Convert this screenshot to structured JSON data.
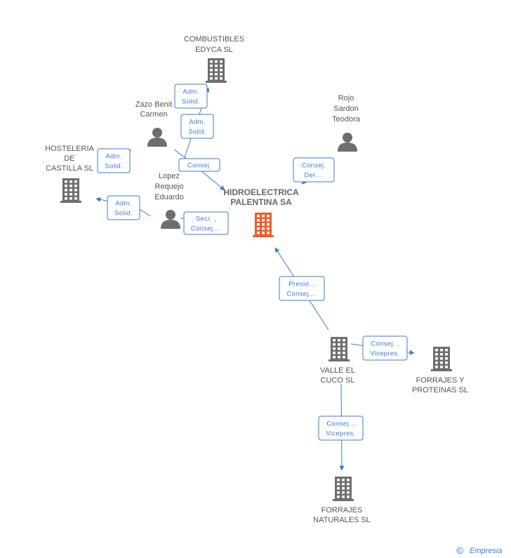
{
  "colors": {
    "edge": "#3a7bd5",
    "company": "#6e6e6e",
    "main_company": "#f05a28",
    "person": "#6e6e6e"
  },
  "nodes": [
    {
      "id": "hidroelectrica",
      "kind": "company",
      "main": true,
      "icon": "building-icon",
      "label": [
        "HIDROELECTRICA",
        "PALENTINA SA"
      ]
    },
    {
      "id": "combustibles",
      "kind": "company",
      "icon": "building-icon",
      "label": [
        "COMBUSTIBLES",
        "EDYCA SL"
      ]
    },
    {
      "id": "hosteleria",
      "kind": "company",
      "icon": "building-icon",
      "label": [
        "HOSTELERIA",
        "DE",
        "CASTILLA SL"
      ]
    },
    {
      "id": "valle",
      "kind": "company",
      "icon": "building-icon",
      "label": [
        "VALLE EL",
        "CUCO SL"
      ]
    },
    {
      "id": "forrajes-proteinas",
      "kind": "company",
      "icon": "building-icon",
      "label": [
        "FORRAJES Y",
        "PROTEINAS SL"
      ]
    },
    {
      "id": "forrajes-naturales",
      "kind": "company",
      "icon": "building-icon",
      "label": [
        "FORRAJES",
        "NATURALES SL"
      ]
    },
    {
      "id": "zazo",
      "kind": "person",
      "icon": "person-icon",
      "label": [
        "Zazo Benit",
        "Carmen"
      ]
    },
    {
      "id": "rojo",
      "kind": "person",
      "icon": "person-icon",
      "label": [
        "Rojo",
        "Sardon",
        "Teodora"
      ]
    },
    {
      "id": "lopez",
      "kind": "person",
      "icon": "person-icon",
      "label": [
        "Lopez",
        "Requejo",
        "Eduardo"
      ]
    }
  ],
  "relations": [
    {
      "id": "zazo-combustibles",
      "lines": [
        "Adm.",
        "Solid."
      ]
    },
    {
      "id": "zazo-combustibles-2",
      "lines": [
        "Adm.",
        "Solid."
      ]
    },
    {
      "id": "zazo-hidro",
      "lines": [
        "Consej."
      ]
    },
    {
      "id": "lopez-hosteleria",
      "lines": [
        "Adm.",
        "Solid."
      ]
    },
    {
      "id": "lopez-hosteleria-2",
      "lines": [
        "Adm.",
        "Solid."
      ]
    },
    {
      "id": "lopez-hidro",
      "lines": [
        "Secr. ,",
        "Consej...."
      ]
    },
    {
      "id": "rojo-hidro",
      "lines": [
        "Consej.",
        "Del...."
      ]
    },
    {
      "id": "valle-hidro",
      "lines": [
        "Presid. ,",
        "Consej...."
      ]
    },
    {
      "id": "valle-proteinas",
      "lines": [
        "Consej. ,",
        "Vicepres."
      ]
    },
    {
      "id": "valle-naturales",
      "lines": [
        "Consej. ,",
        "Vicepres."
      ]
    }
  ],
  "footer": {
    "copyright": "©",
    "brand": "Empresia"
  }
}
